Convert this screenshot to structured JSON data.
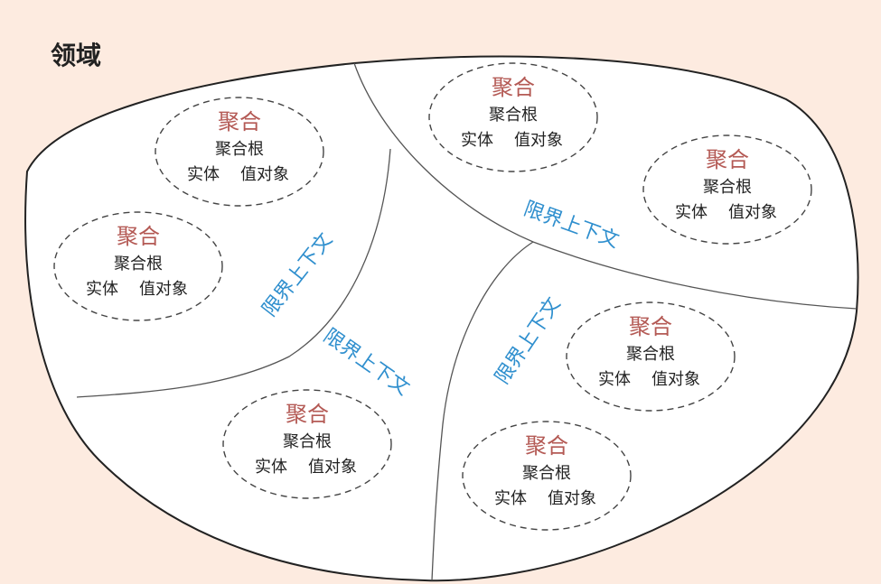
{
  "title": "领域",
  "colors": {
    "background": "#fdebe0",
    "aggregate_title": "#b45a55",
    "context_label": "#2f8fce"
  },
  "bounded_contexts": [
    {
      "label": "限界上下文"
    },
    {
      "label": "限界上下文"
    },
    {
      "label": "限界上下文"
    },
    {
      "label": "限界上下文"
    }
  ],
  "aggregates": [
    {
      "title": "聚合",
      "root": "聚合根",
      "entity": "实体",
      "value_object": "值对象"
    },
    {
      "title": "聚合",
      "root": "聚合根",
      "entity": "实体",
      "value_object": "值对象"
    },
    {
      "title": "聚合",
      "root": "聚合根",
      "entity": "实体",
      "value_object": "值对象"
    },
    {
      "title": "聚合",
      "root": "聚合根",
      "entity": "实体",
      "value_object": "值对象"
    },
    {
      "title": "聚合",
      "root": "聚合根",
      "entity": "实体",
      "value_object": "值对象"
    },
    {
      "title": "聚合",
      "root": "聚合根",
      "entity": "实体",
      "value_object": "值对象"
    },
    {
      "title": "聚合",
      "root": "聚合根",
      "entity": "实体",
      "value_object": "值对象"
    }
  ]
}
